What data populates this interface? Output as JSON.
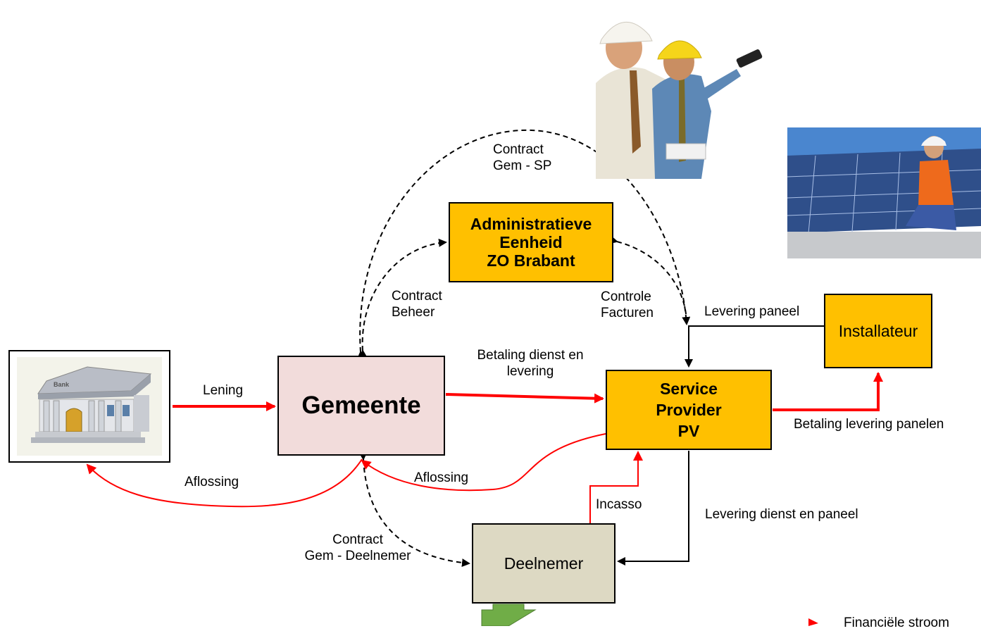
{
  "nodes": {
    "admin": [
      "Administratieve",
      "Eenheid",
      "ZO Brabant"
    ],
    "gemeente": "Gemeente",
    "service_provider": [
      "Service",
      "Provider",
      "PV"
    ],
    "installateur": "Installateur",
    "deelnemer": "Deelnemer",
    "bank_sign": "Bank"
  },
  "labels": {
    "contract_gem_sp": [
      "Contract",
      "Gem - SP"
    ],
    "contract_beheer": [
      "Contract",
      "Beheer"
    ],
    "controle_facturen": [
      "Controle",
      "Facturen"
    ],
    "levering_paneel": "Levering paneel",
    "betaling_dienst": [
      "Betaling dienst en",
      "levering"
    ],
    "lening": "Lening",
    "aflossing_bank": "Aflossing",
    "aflossing_sp": "Aflossing",
    "betaling_panelen": "Betaling levering panelen",
    "incasso": "Incasso",
    "levering_dienst_paneel": "Levering dienst en paneel",
    "contract_gem_deelnemer": [
      "Contract",
      "Gem - Deelnemer"
    ]
  },
  "legend": {
    "financial_flow": "Financiële stroom"
  },
  "colors": {
    "financial": "#ff0000",
    "orange_box": "#ffc000",
    "gemeente_box": "#f2dcdb",
    "deelnemer_box": "#ddd9c3",
    "down_arrow": "#70ad47"
  }
}
